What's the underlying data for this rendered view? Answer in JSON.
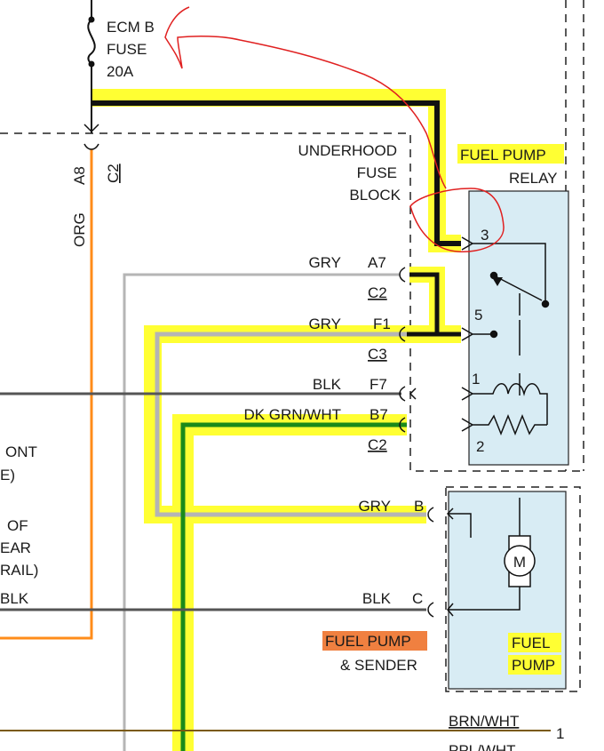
{
  "fuse": {
    "line1": "ECM B",
    "line2": "FUSE",
    "line3": "20A"
  },
  "connector_top": {
    "pin": "A8",
    "conn": "C2",
    "wire": "ORG"
  },
  "underhood": {
    "line1": "UNDERHOOD",
    "line2": "FUSE",
    "line3": "BLOCK"
  },
  "relay": {
    "label": "FUEL PUMP",
    "label2": "RELAY",
    "pins": [
      "3",
      "5",
      "1",
      "2"
    ]
  },
  "relay_wires": [
    {
      "color_label": "GRY",
      "pin": "A7",
      "conn": "C2"
    },
    {
      "color_label": "GRY",
      "pin": "F1",
      "conn": "C3"
    },
    {
      "color_label": "BLK",
      "pin": "F7",
      "conn": ""
    },
    {
      "color_label": "DK GRN/WHT",
      "pin": "B7",
      "conn": "C2"
    }
  ],
  "pump_wires": [
    {
      "color_label": "GRY",
      "pin": "B"
    },
    {
      "color_label": "BLK",
      "pin": "C"
    }
  ],
  "motor_symbol": "M",
  "pump": {
    "line1": "FUEL",
    "line2": "PUMP"
  },
  "sender": {
    "line1": "FUEL PUMP",
    "line2": "& SENDER"
  },
  "left_partial": [
    "ONT",
    "E)",
    "OF",
    "EAR",
    "RAIL)",
    "BLK"
  ],
  "bottom_wires": [
    {
      "label": "BRN/WHT",
      "pin": "1"
    },
    {
      "label": "PPL/WHT",
      "pin": ""
    }
  ],
  "colors": {
    "highlight": "#ffff33",
    "orange_wire": "#ff8c1a",
    "gray_wire": "#b5b5b5",
    "black_wire": "#111111",
    "dark_gray_wire": "#555555",
    "green_wire": "#1a8a1a",
    "box_fill": "#d8ecf4",
    "sender_label": "#f08040",
    "annotation_red": "#e02020"
  }
}
